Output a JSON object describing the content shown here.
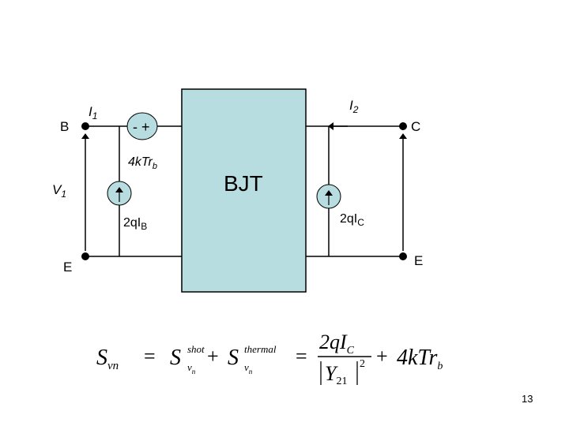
{
  "diagram": {
    "node_b": "B",
    "node_c": "C",
    "node_e_left": "E",
    "node_e_right": "E",
    "current_i1": {
      "main": "I",
      "sub": "1"
    },
    "current_i2": {
      "main": "I",
      "sub": "2"
    },
    "voltage_v1": {
      "main": "V",
      "sub": "1"
    },
    "vsource_polarity": "- +",
    "thermal_source": {
      "main": "4kTr",
      "sub": "b"
    },
    "base_shot_source": {
      "main": "2qI",
      "sub": "B"
    },
    "collector_shot_source": {
      "main": "2qI",
      "sub": "C"
    },
    "bjt_label": "BJT",
    "colors": {
      "bjt_fill": "#b7dde0",
      "wire": "#000000",
      "source_fill": "#b7dde0"
    }
  },
  "equation": {
    "lhs": {
      "S": "S",
      "sub": "vn"
    },
    "term1": {
      "S": "S",
      "sup": "shot",
      "sub": "v",
      "subsub": "n"
    },
    "term2": {
      "S": "S",
      "sup": "thermal",
      "sub": "v",
      "subsub": "n"
    },
    "frac_num": {
      "coef": "2q",
      "I": "I",
      "sub": "C"
    },
    "frac_den": {
      "Y": "Y",
      "sub": "21",
      "exp": "2"
    },
    "tail": {
      "text": "4kTr",
      "sub": "b"
    },
    "ops": {
      "eq1": "=",
      "plus1": "+",
      "eq2": "=",
      "plus2": "+"
    }
  },
  "page_number": "13"
}
